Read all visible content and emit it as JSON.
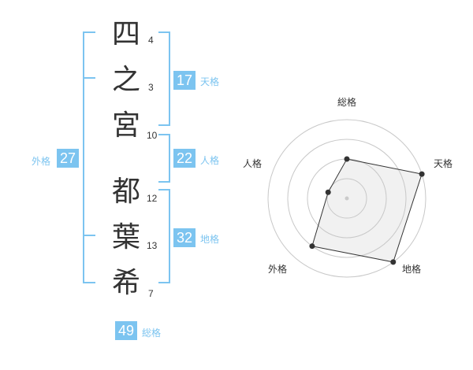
{
  "name_chars": [
    {
      "char": "四",
      "strokes": "4"
    },
    {
      "char": "之",
      "strokes": "3"
    },
    {
      "char": "宮",
      "strokes": "10"
    },
    {
      "char": "都",
      "strokes": "12"
    },
    {
      "char": "葉",
      "strokes": "13"
    },
    {
      "char": "希",
      "strokes": "7"
    }
  ],
  "kakus": {
    "tenkaku": {
      "value": "17",
      "label": "天格"
    },
    "jinkaku": {
      "value": "22",
      "label": "人格"
    },
    "chikaku": {
      "value": "32",
      "label": "地格"
    },
    "gaikaku": {
      "value": "27",
      "label": "外格"
    },
    "soukaku": {
      "value": "49",
      "label": "総格"
    }
  },
  "colors": {
    "accent": "#7cc4f0",
    "text": "#333333",
    "grid": "#c8c8c8",
    "fill": "#f0f0f0"
  },
  "chart_data": {
    "type": "radar",
    "axes": [
      "総格",
      "天格",
      "地格",
      "外格",
      "人格"
    ],
    "values": [
      2,
      4,
      4,
      3,
      1
    ],
    "max": 4,
    "rings": 4
  }
}
